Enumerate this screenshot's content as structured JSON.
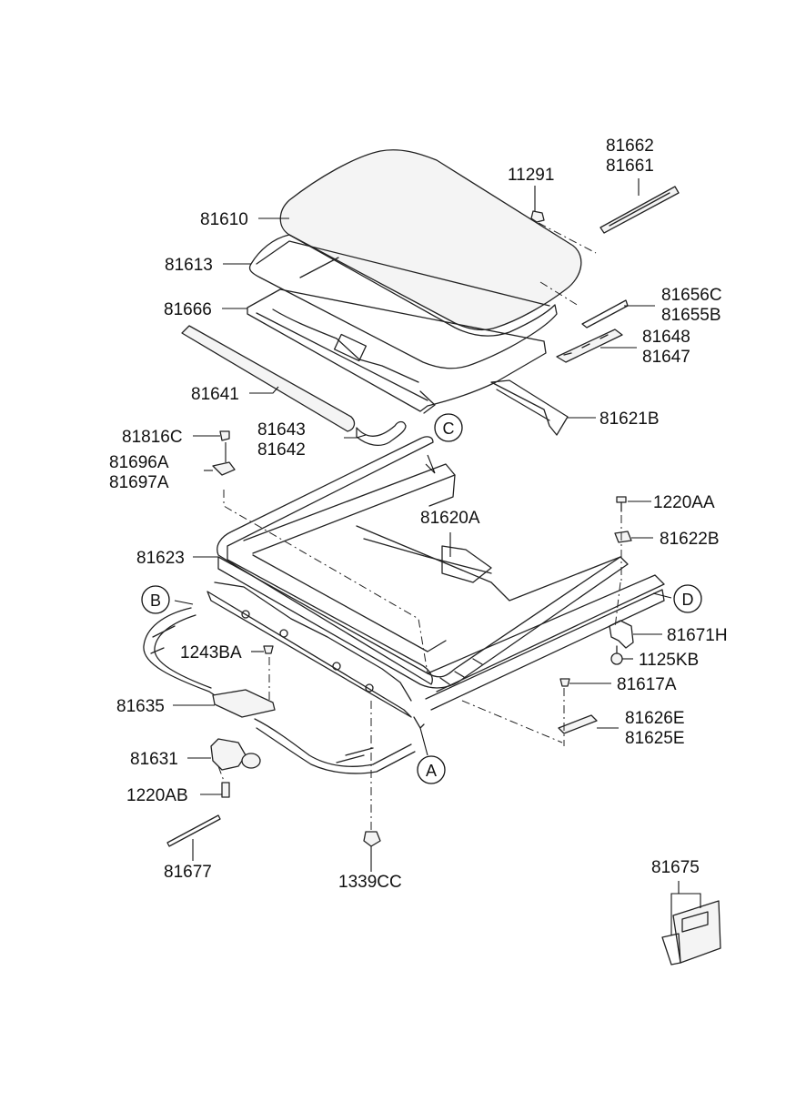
{
  "labels": {
    "p81662": "81662",
    "p81661": "81661",
    "p11291": "11291",
    "p81610": "81610",
    "p81613": "81613",
    "p81666": "81666",
    "p81656C": "81656C",
    "p81655B": "81655B",
    "p81648": "81648",
    "p81647": "81647",
    "p81641": "81641",
    "p81621B": "81621B",
    "p81816C": "81816C",
    "p81643": "81643",
    "p81642": "81642",
    "p81696A": "81696A",
    "p81697A": "81697A",
    "p1220AA": "1220AA",
    "p81620A": "81620A",
    "p81622B": "81622B",
    "p81623": "81623",
    "p81671H": "81671H",
    "p1243BA": "1243BA",
    "p1125KB": "1125KB",
    "p81617A": "81617A",
    "p81635": "81635",
    "p81626E": "81626E",
    "p81625E": "81625E",
    "p81631": "81631",
    "p1220AB": "1220AB",
    "p81677": "81677",
    "p1339CC": "1339CC",
    "p81675": "81675"
  },
  "callouts": {
    "A": "A",
    "B": "B",
    "C": "C",
    "D": "D"
  }
}
